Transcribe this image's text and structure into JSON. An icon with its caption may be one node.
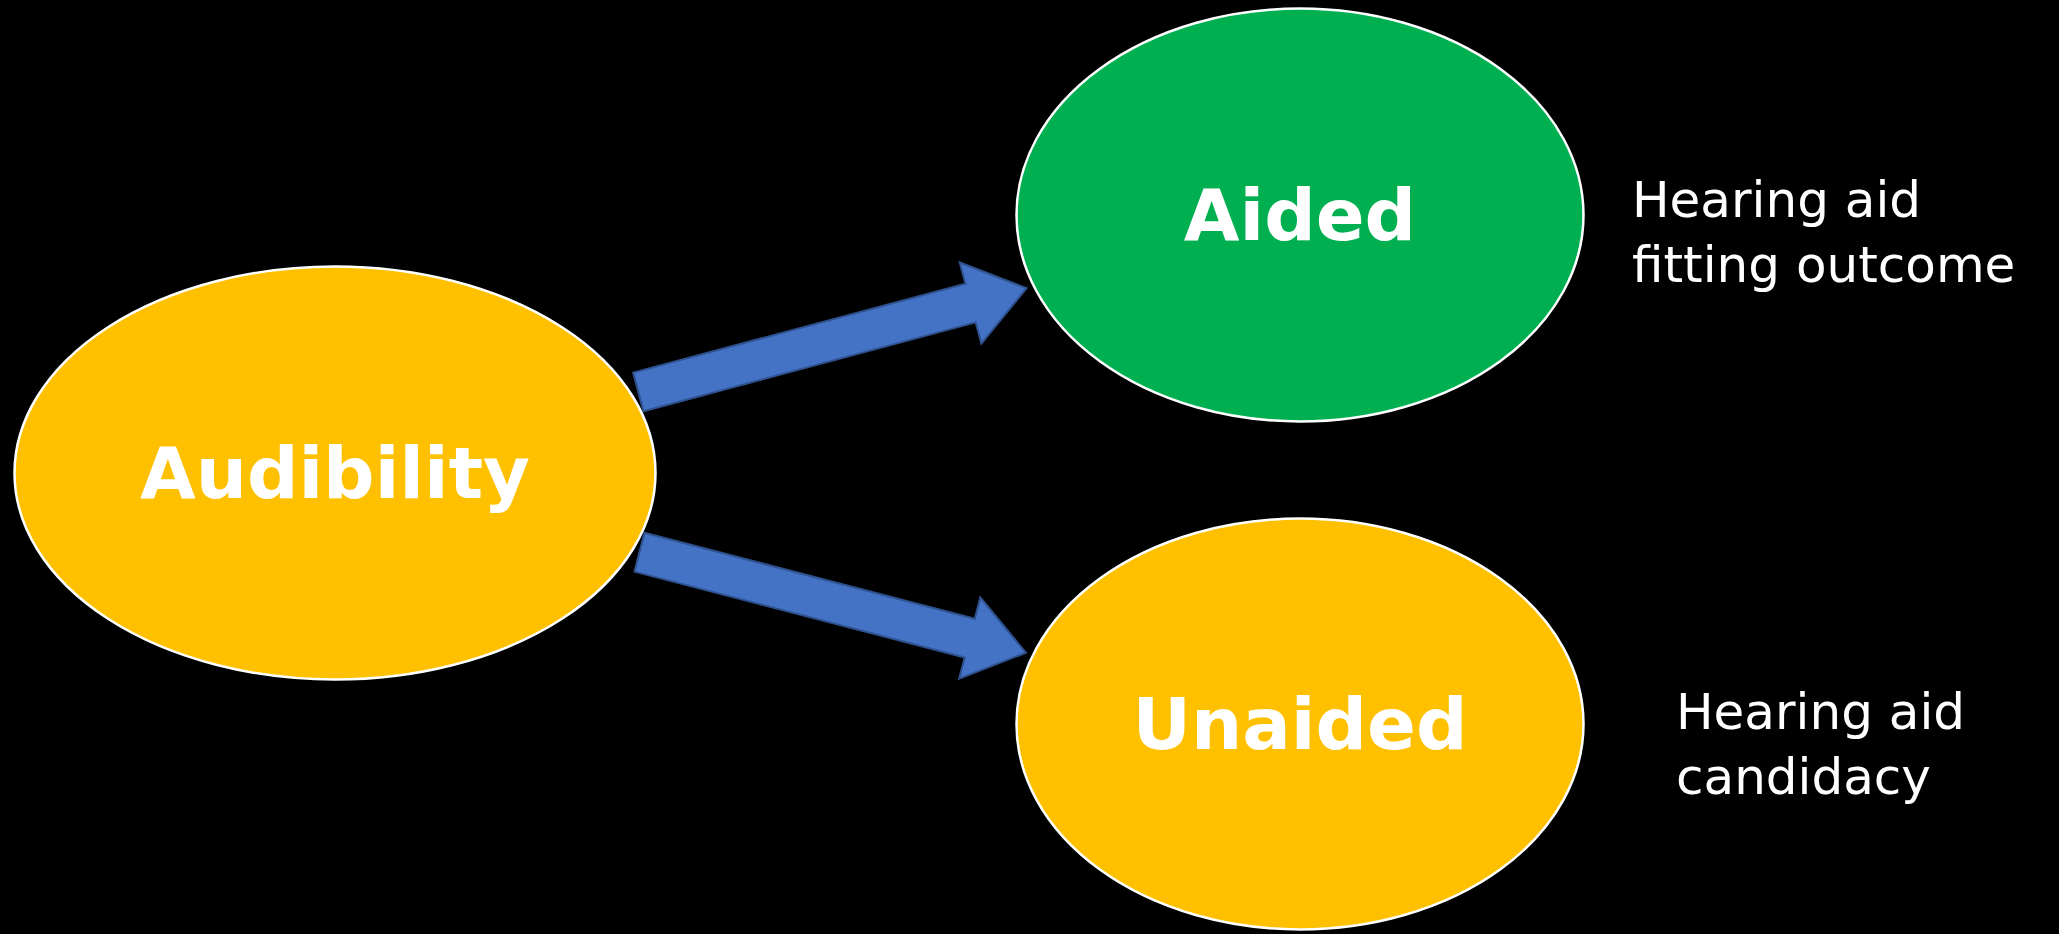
{
  "diagram": {
    "nodes": [
      {
        "text": [
          "Audibility"
        ]
      },
      {
        "text": [
          "Aided"
        ],
        "beside": [
          "Hearing aid fitting outcome"
        ]
      },
      {
        "text": [
          "Unaided"
        ],
        "beside": [
          "Hearing aid candidacy"
        ]
      }
    ],
    "edges": [
      {
        "from": 0,
        "to": 1,
        "arrow": "to"
      },
      {
        "from": 0,
        "to": 2,
        "arrow": "to"
      }
    ]
  }
}
